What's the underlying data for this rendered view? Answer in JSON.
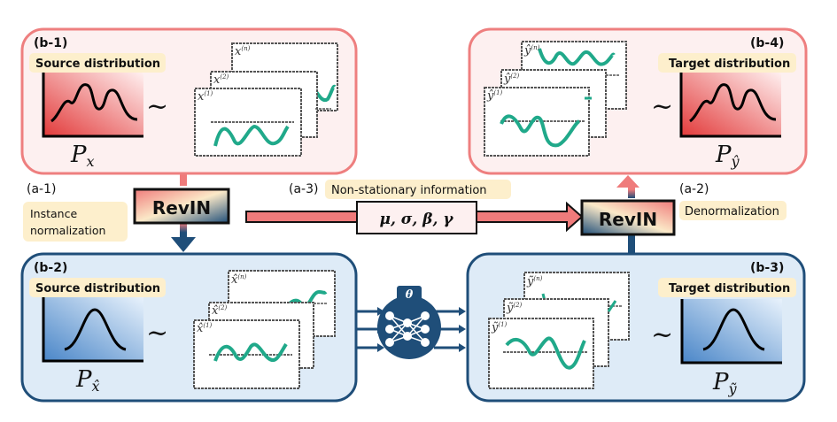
{
  "panels": {
    "b1": {
      "id": "(b-1)",
      "label": "Source distribution",
      "dist_symbol": "P",
      "dist_sub": "x",
      "tilde": "~",
      "series": [
        {
          "sup": "(n)",
          "base": "x"
        },
        {
          "sup": "(2)",
          "base": "x"
        },
        {
          "sup": "(1)",
          "base": "x"
        }
      ]
    },
    "b2": {
      "id": "(b-2)",
      "label": "Source distribution",
      "dist_symbol": "P",
      "dist_sub": "x̂",
      "tilde": "~",
      "series": [
        {
          "sup": "(n)",
          "base": "x̂"
        },
        {
          "sup": "(2)",
          "base": "x̂"
        },
        {
          "sup": "(1)",
          "base": "x̂"
        }
      ]
    },
    "b3": {
      "id": "(b-3)",
      "label": "Target distribution",
      "dist_symbol": "P",
      "dist_sub": "ỹ",
      "tilde": "~",
      "series": [
        {
          "sup": "(n)",
          "base": "ỹ"
        },
        {
          "sup": "(2)",
          "base": "ỹ"
        },
        {
          "sup": "(1)",
          "base": "ỹ"
        }
      ]
    },
    "b4": {
      "id": "(b-4)",
      "label": "Target distribution",
      "dist_symbol": "P",
      "dist_sub": "ŷ",
      "tilde": "~",
      "series": [
        {
          "sup": "(n)",
          "base": "ŷ"
        },
        {
          "sup": "(2)",
          "base": "ŷ"
        },
        {
          "sup": "(1)",
          "base": "ŷ"
        }
      ]
    }
  },
  "steps": {
    "a1": {
      "id": "(a-1)",
      "label_line1": "Instance",
      "label_line2": "normalization"
    },
    "a2": {
      "id": "(a-2)",
      "label": "Denormalization"
    },
    "a3": {
      "id": "(a-3)",
      "label": "Non-stationary information",
      "params": "μ,  σ,  β,  γ"
    }
  },
  "revin_label": "RevIN",
  "model_param": "θ",
  "colors": {
    "red_border": "#ee7f7f",
    "red_fill": "#fdf0f0",
    "blue_border": "#1f4e79",
    "blue_fill": "#deebf7",
    "teal": "#20a98a",
    "label_bg": "#fdefcc",
    "arrow_red": "#ef7b7b"
  }
}
